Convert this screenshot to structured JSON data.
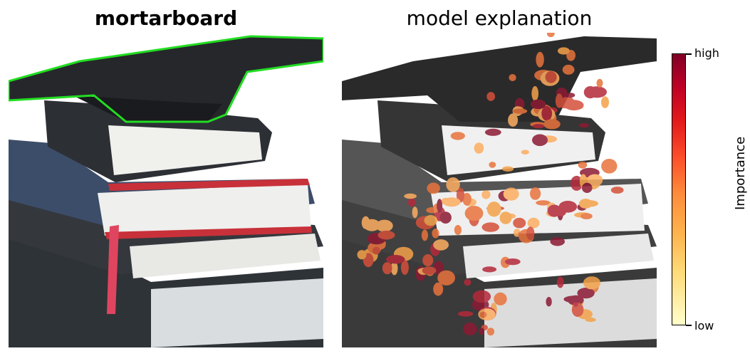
{
  "panels": {
    "left_title": "mortarboard",
    "right_title": "model explanation"
  },
  "colorbar": {
    "high_label": "high",
    "low_label": "low",
    "axis_label": "Importance",
    "colors": [
      "#800026",
      "#bd0026",
      "#e31a1c",
      "#fc4e2a",
      "#fd8d3c",
      "#feb24c",
      "#fed976",
      "#ffffcc"
    ]
  },
  "colors": {
    "outline": "#22dd22",
    "cap": "#26272b",
    "page_white": "#ececea",
    "book_blue": "#3c4d69",
    "book_red": "#c8313a",
    "book_dark": "#2e3338",
    "ribbon": "#e0455f"
  }
}
